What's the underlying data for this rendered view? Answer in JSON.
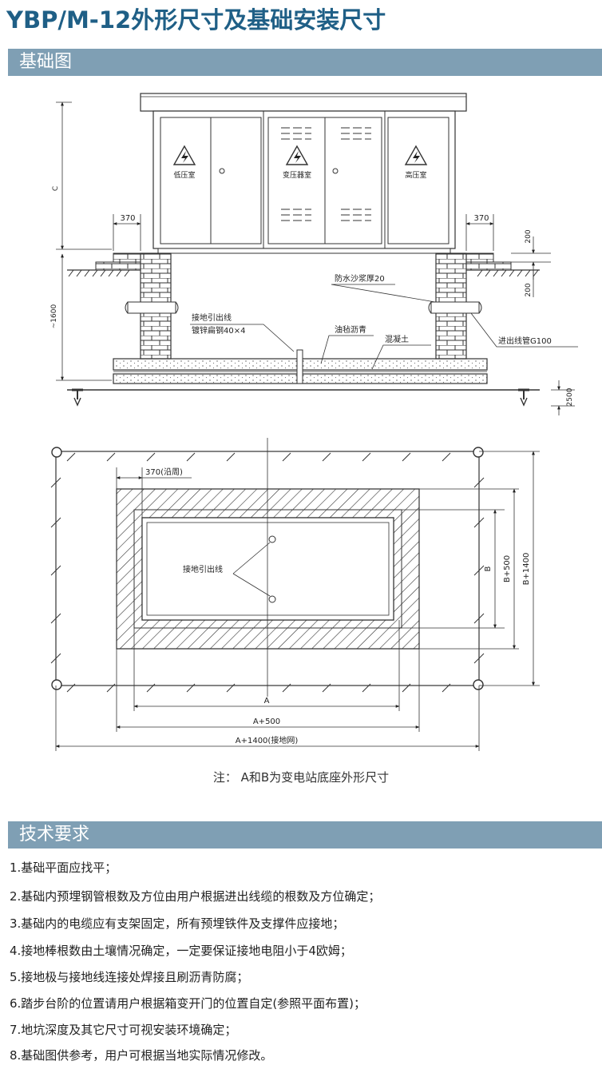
{
  "page_title": "YBP/M-12外形尺寸及基础安装尺寸",
  "section_foundation": "基础图",
  "section_tech": "技术要求",
  "elevation": {
    "room_low": "低压室",
    "room_transformer": "变压器室",
    "room_high": "高压室",
    "dim_c": "C",
    "dim_1600": "~1600",
    "dim_370_left": "370",
    "dim_370_right": "370",
    "dim_200_top": "200",
    "dim_200_bottom": "200",
    "dim_2500": "2500",
    "label_ground_lead": "接地引出线",
    "label_steel": "镀锌扁钢40×4",
    "label_waterproof": "防水沙浆厚20",
    "label_felt": "油毡沥青",
    "label_concrete": "混凝土",
    "label_pipe": "进出线管G100"
  },
  "plan": {
    "dim_370_perimeter": "370(沿周)",
    "label_ground_lead": "接地引出线",
    "dim_a": "A",
    "dim_a500": "A+500",
    "dim_a1400": "A+1400(接地网)",
    "dim_b": "B",
    "dim_b500": "B+500",
    "dim_b1400": "B+1400"
  },
  "note": "注：  A和B为变电站底座外形尺寸",
  "requirements": [
    "1.基础平面应找平；",
    "2.基础内预埋钢管根数及方位由用户根据进出线缆的根数及方位确定；",
    "3.基础内的电缆应有支架固定，所有预埋铁件及支撑件应接地；",
    "4.接地棒根数由土壤情况确定，一定要保证接地电阻小于4欧姆；",
    "5.接地极与接地线连接处焊接且刷沥青防腐；",
    "6.踏步台阶的位置请用户根据箱变开门的位置自定(参照平面布置)；",
    "7.地坑深度及其它尺寸可视安装环境确定；",
    "8.基础图供参考，用户可根据当地实际情况修改。"
  ]
}
